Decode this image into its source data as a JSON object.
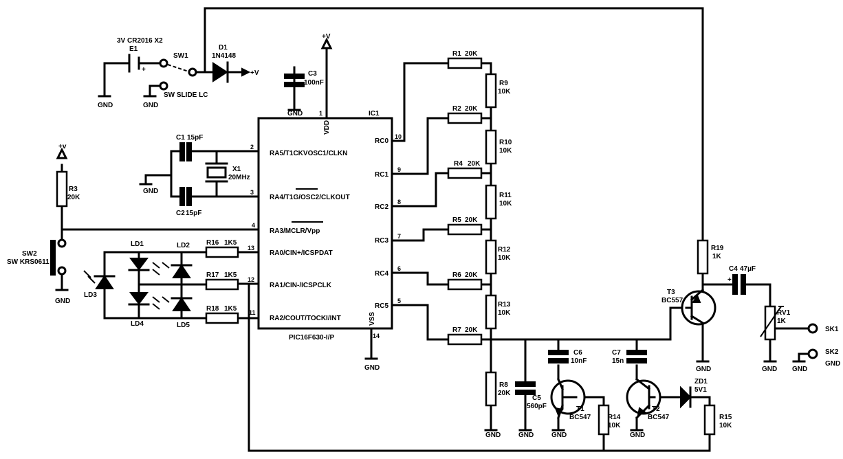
{
  "battery": {
    "name": "E1",
    "value": "3V CR2016 X2",
    "plus": "+"
  },
  "sw1": {
    "name": "SW1",
    "value": "SW SLIDE LC"
  },
  "d1": {
    "name": "D1",
    "value": "1N4148"
  },
  "c3": {
    "name": "C3",
    "value": "100nF"
  },
  "c1": {
    "name": "C1",
    "value": "15pF"
  },
  "c2": {
    "name": "C2",
    "value": "15pF"
  },
  "x1": {
    "name": "X1",
    "value": "20MHz"
  },
  "r3": {
    "name": "R3",
    "value": "20K"
  },
  "sw2": {
    "name": "SW2",
    "value": "SW KRS0611"
  },
  "leds": {
    "ld1": "LD1",
    "ld2": "LD2",
    "ld3": "LD3",
    "ld4": "LD4",
    "ld5": "LD5"
  },
  "r16": {
    "name": "R16",
    "value": "1K5"
  },
  "r17": {
    "name": "R17",
    "value": "1K5"
  },
  "r18": {
    "name": "R18",
    "value": "1K5"
  },
  "ic": {
    "name": "IC1",
    "part": "PIC16F630-I/P",
    "vdd": "VDD",
    "vss": "VSS",
    "left_pins": [
      {
        "num": "2",
        "label": "RA5/T1CKVOSC1/CLKN"
      },
      {
        "num": "3",
        "label": "RA4/T1G/OSC2/CLKOUT"
      },
      {
        "num": "4",
        "label": "RA3/MCLR/Vpp"
      },
      {
        "num": "13",
        "label": "RA0/CIN+/ICSPDAT"
      },
      {
        "num": "12",
        "label": "RA1/CIN-/ICSPCLK"
      },
      {
        "num": "11",
        "label": "RA2/COUT/TOCKI/INT"
      }
    ],
    "right_pins": [
      {
        "num": "10",
        "label": "RC0"
      },
      {
        "num": "9",
        "label": "RC1"
      },
      {
        "num": "8",
        "label": "RC2"
      },
      {
        "num": "7",
        "label": "RC3"
      },
      {
        "num": "6",
        "label": "RC4"
      },
      {
        "num": "5",
        "label": "RC5"
      }
    ],
    "pin_vdd": "1",
    "pin_vss": "14"
  },
  "ladder_h": [
    {
      "name": "R1",
      "value": "20K"
    },
    {
      "name": "R2",
      "value": "20K"
    },
    {
      "name": "R4",
      "value": "20K"
    },
    {
      "name": "R5",
      "value": "20K"
    },
    {
      "name": "R6",
      "value": "20K"
    },
    {
      "name": "R7",
      "value": "20K"
    }
  ],
  "ladder_v": [
    {
      "name": "R9",
      "value": "10K"
    },
    {
      "name": "R10",
      "value": "10K"
    },
    {
      "name": "R11",
      "value": "10K"
    },
    {
      "name": "R12",
      "value": "10K"
    },
    {
      "name": "R13",
      "value": "10K"
    }
  ],
  "r8": {
    "name": "R8",
    "value": "20K"
  },
  "c5": {
    "name": "C5",
    "value": "560pF"
  },
  "c6": {
    "name": "C6",
    "value": "10nF"
  },
  "c7": {
    "name": "C7",
    "value": "15n"
  },
  "t1": {
    "name": "T1",
    "value": "BC547"
  },
  "t2": {
    "name": "T2",
    "value": "BC547"
  },
  "t3": {
    "name": "T3",
    "value": "BC557"
  },
  "r14": {
    "name": "R14",
    "value": "10K"
  },
  "r15": {
    "name": "R15",
    "value": "10K"
  },
  "r19": {
    "name": "R19",
    "value": "1K"
  },
  "zd1": {
    "name": "ZD1",
    "value": "5V1"
  },
  "c4": {
    "name": "C4",
    "value": "47µF",
    "plus": "+"
  },
  "rv1": {
    "name": "RV1",
    "value": "1K"
  },
  "sk1": "SK1",
  "sk2": "SK2",
  "gnd": "GND",
  "vplus": "+V",
  "vplus_small": "+v"
}
